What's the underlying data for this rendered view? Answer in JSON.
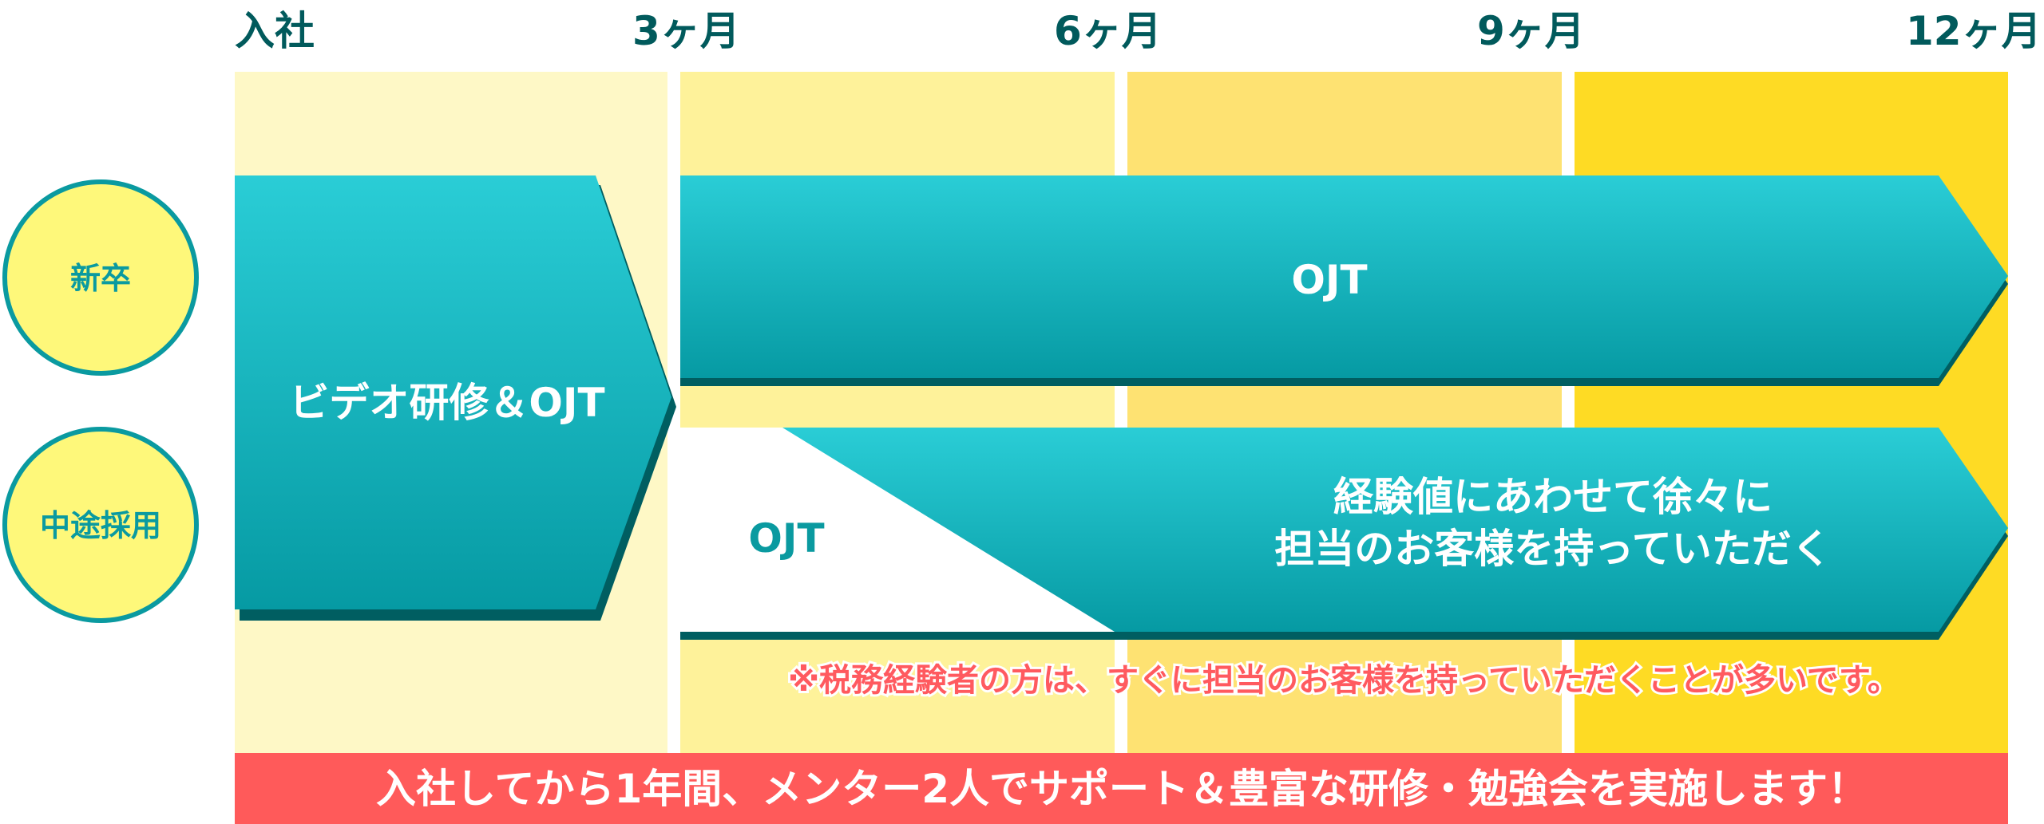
{
  "timeline": {
    "labels": [
      "入社",
      "3ヶ月",
      "6ヶ月",
      "9ヶ月",
      "12ヶ月"
    ],
    "period_colors": [
      "#fef8c6",
      "#fef29a",
      "#fee272",
      "#fedb24"
    ]
  },
  "rows": {
    "new_grad": "新卒",
    "mid_career": "中途採用"
  },
  "phases": {
    "initial": "ビデオ研修＆OJT",
    "new_grad_ojt": "OJT",
    "mid_ojt": "OJT",
    "mid_line1": "経験値にあわせて徐々に",
    "mid_line2": "担当のお客様を持っていただく"
  },
  "note": "※税務経験者の方は、すぐに担当のお客様を持っていただくことが多いです。",
  "banner": "入社してから1年間、メンター2人でサポート＆豊富な研修・勉強会を実施します！",
  "colors": {
    "teal_top": "#2acdd6",
    "teal_bottom": "#069aa3",
    "shadow": "#005e61",
    "header_text": "#015a5c",
    "circle_fill": "#fef87a",
    "banner": "#ff5a5a"
  }
}
